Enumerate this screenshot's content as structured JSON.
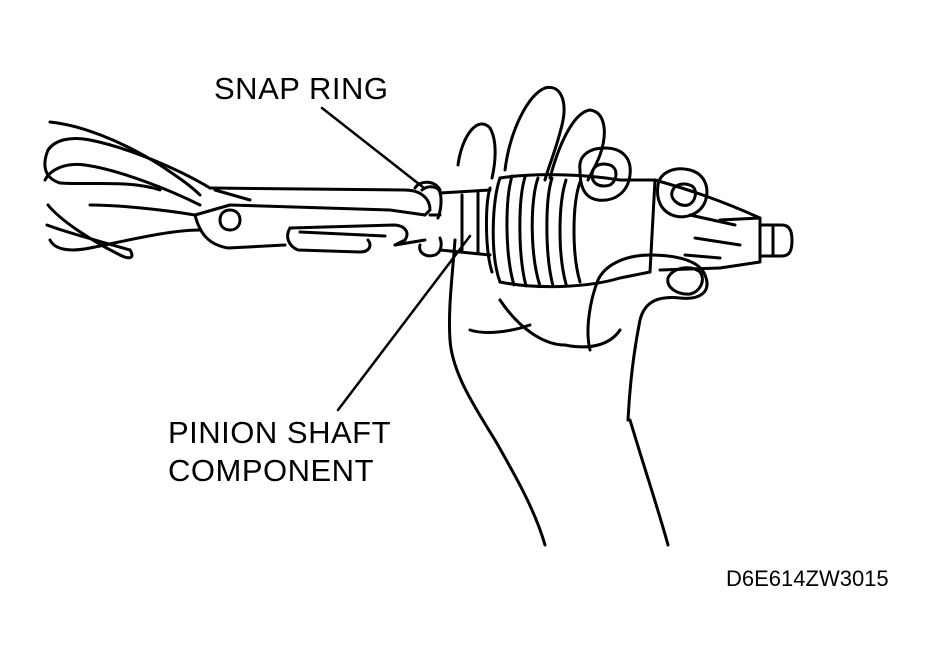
{
  "labels": {
    "snap_ring": "SNAP RING",
    "pinion_line1": "PINION SHAFT",
    "pinion_line2": "COMPONENT"
  },
  "figure_code": "D6E614ZW3015"
}
